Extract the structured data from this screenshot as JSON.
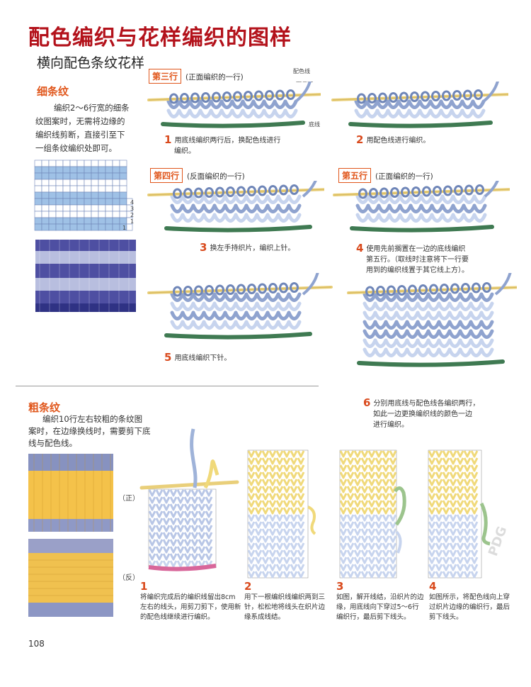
{
  "title": "配色编织与花样编织的图样",
  "subtitle": "横向配色条纹花样",
  "thin": {
    "heading": "细条纹",
    "desc_lines": [
      "编织2～6行宽的细条",
      "纹图案时，无需将边缘的",
      "编织线剪断，直接引至下",
      "一组条纹编织处即可。"
    ],
    "chart_numbers": [
      "4",
      "3",
      "2",
      "1",
      "1"
    ]
  },
  "tags": {
    "row3": {
      "label": "第三行",
      "note": "(正面编织的一行)"
    },
    "row4": {
      "label": "第四行",
      "note": "(反面编织的一行)"
    },
    "row5": {
      "label": "第五行",
      "note": "(正面编织的一行)"
    }
  },
  "labels": {
    "contrast": "配色线",
    "base": "底线"
  },
  "steps": [
    {
      "n": "1",
      "lines": [
        "用底线编织两行后，换配色线进行",
        "编织。"
      ]
    },
    {
      "n": "2",
      "lines": [
        "用配色线进行编织。"
      ]
    },
    {
      "n": "3",
      "lines": [
        "换左手持织片，编织上针。"
      ]
    },
    {
      "n": "4",
      "lines": [
        "使用先前搁置在一边的底线编织",
        "第五行。（取线时注意将下一行要",
        "用到的编织线置于其它线上方）。"
      ]
    },
    {
      "n": "5",
      "lines": [
        "用底线编织下针。"
      ]
    },
    {
      "n": "6",
      "lines": [
        "分别用底线与配色线各编织两行，",
        "如此一边更换编织线的颜色一边",
        "进行编织。"
      ]
    }
  ],
  "thick": {
    "heading": "粗条纹",
    "desc_lines": [
      "编织10行左右较粗的条纹图",
      "案时，在边缘换线时，需要剪下底",
      "线与配色线。"
    ],
    "front": "（正）",
    "back": "（反）"
  },
  "bottom_steps": [
    {
      "n": "1",
      "lines": [
        "将编织完成后的编织线留出8cm",
        "左右的线头，用剪刀剪下，使用新",
        "的配色线继续进行编织。"
      ]
    },
    {
      "n": "2",
      "lines": [
        "用下一根编织线编织两到三",
        "针，松松地将线头在织片边",
        "缘系成线结。"
      ]
    },
    {
      "n": "3",
      "lines": [
        "如图，解开线结，沿织片的边",
        "缘，用底线向下穿过5～6行",
        "编织行，最后剪下线头。"
      ]
    },
    {
      "n": "4",
      "lines": [
        "如图所示，将配色线向上穿",
        "过织片边缘的编织行，最后",
        "剪下线头。"
      ]
    }
  ],
  "watermark": "PDG",
  "page_number": "108",
  "colors": {
    "title": "#b3121b",
    "accent": "#e0561b",
    "base_yarn": "#3f7a52",
    "contrast_yarn": "#9fb3d9",
    "yellow": "#f0d97a",
    "needle": "#e9cf7a",
    "pink": "#d8669a"
  }
}
